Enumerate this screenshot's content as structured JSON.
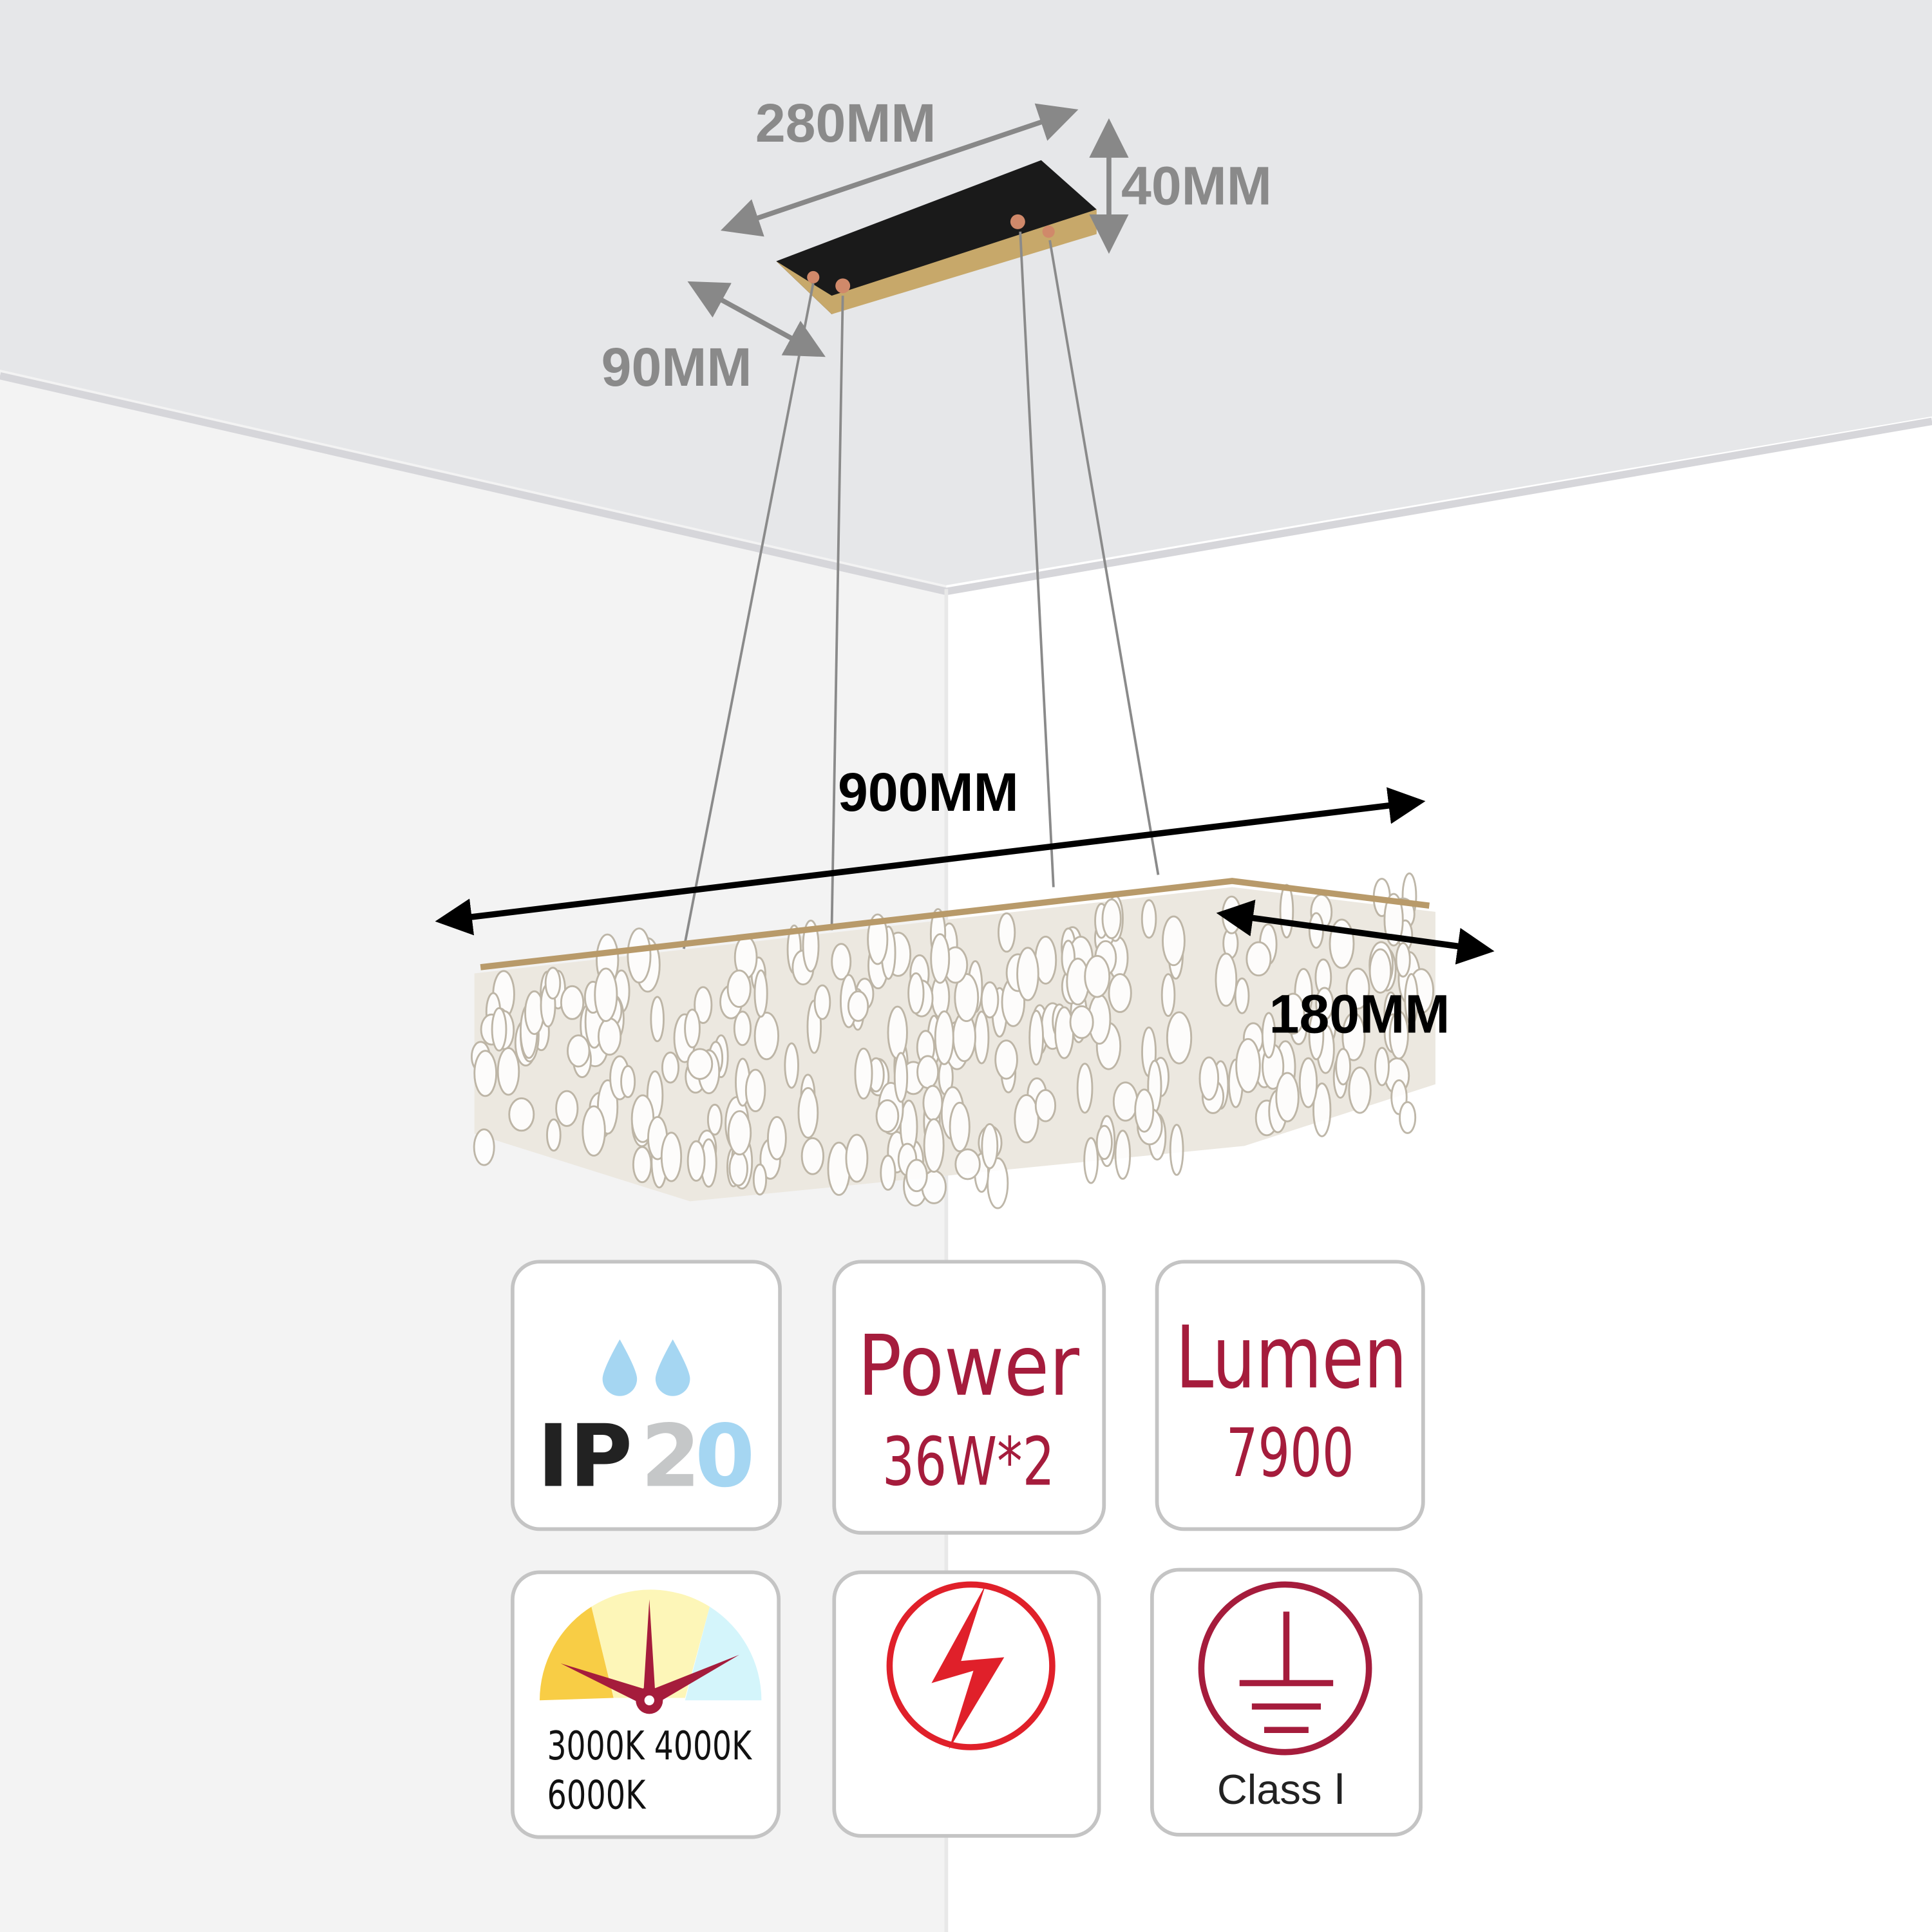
{
  "dimensions": {
    "canopy_length": "280MM",
    "canopy_height": "40MM",
    "canopy_width": "90MM",
    "fixture_length": "900MM",
    "fixture_width": "180MM"
  },
  "specs": {
    "ip": {
      "prefix": "IP",
      "digit1": "2",
      "digit2": "0"
    },
    "power": {
      "label": "Power",
      "value": "36W*2"
    },
    "lumen": {
      "label": "Lumen",
      "value": "7900"
    },
    "color_temp": {
      "line1": "3000K 4000K",
      "line2": "6000K"
    },
    "class": {
      "label": "Class Ⅰ"
    }
  },
  "colors": {
    "accent_red": "#a51c3c",
    "bolt_red": "#e0202a",
    "ceiling": "#e6e7e9",
    "wall_left": "#f3f3f3"
  }
}
